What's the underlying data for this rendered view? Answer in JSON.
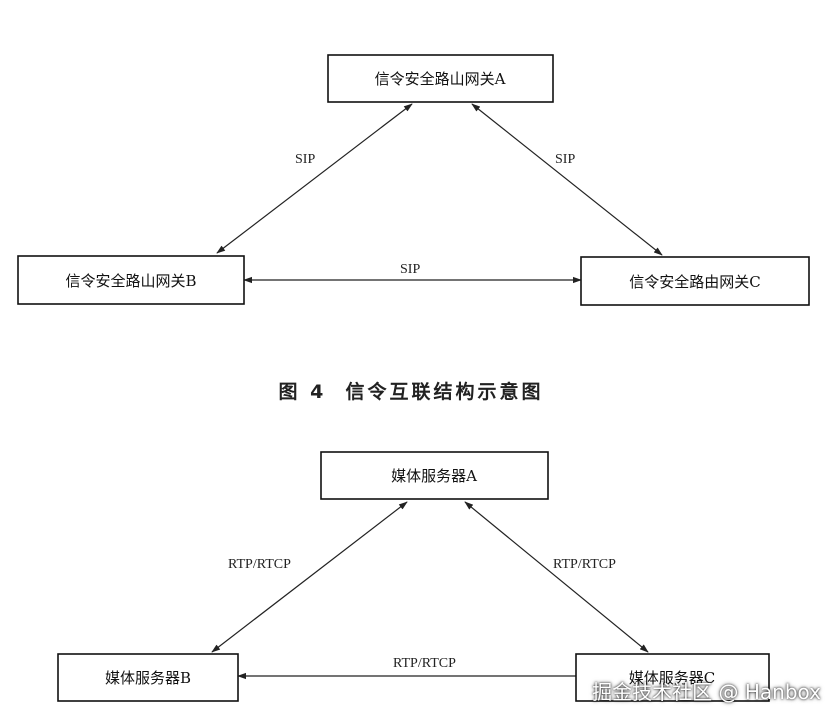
{
  "figure4": {
    "nodes": {
      "a": "信令安全路山网关A",
      "b": "信令安全路山网关B",
      "c": "信令安全路由网关C"
    },
    "edges": {
      "ab": "SIP",
      "ac": "SIP",
      "bc": "SIP"
    },
    "caption": "图 4  信令互联结构示意图"
  },
  "figure5": {
    "nodes": {
      "a": "媒体服务器A",
      "b": "媒体服务器B",
      "c": "媒体服务器C"
    },
    "edges": {
      "ab": "RTP/RTCP",
      "ac": "RTP/RTCP",
      "bc": "RTP/RTCP"
    }
  },
  "watermark": "掘金技术社区 @ Hanbox",
  "colors": {
    "stroke": "#111111",
    "background": "#ffffff"
  }
}
